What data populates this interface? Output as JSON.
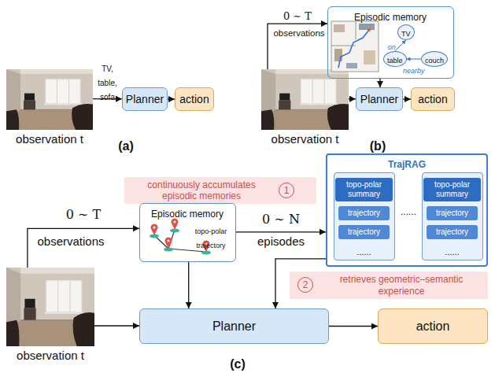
{
  "diagram": {
    "nodes": [
      {
        "text": [
          "observation t"
        ]
      },
      {
        "text": [
          "Planner"
        ]
      },
      {
        "text": [
          "action"
        ]
      },
      {
        "text": [
          "observation t"
        ]
      },
      {
        "text": [
          "Episodic memory"
        ]
      },
      {
        "text": [
          "TV"
        ],
        "in": 4
      },
      {
        "text": [
          "table"
        ],
        "in": 4
      },
      {
        "text": [
          "couch"
        ],
        "in": 4
      },
      {
        "text": [
          "Planner"
        ]
      },
      {
        "text": [
          "action"
        ]
      },
      {
        "text": [
          "continuously accumulates episodic memories",
          "1"
        ]
      },
      {
        "text": [
          "TrajRAG",
          "......"
        ]
      },
      {
        "text": [
          "......"
        ],
        "in": 11
      },
      {
        "text": [
          "topo-polar summary"
        ],
        "in": 12
      },
      {
        "text": [
          "trajectory"
        ],
        "in": 12
      },
      {
        "text": [
          "trajectory"
        ],
        "in": 12
      },
      {
        "text": [
          "......"
        ],
        "in": 11
      },
      {
        "text": [
          "topo-polar summary"
        ],
        "in": 16
      },
      {
        "text": [
          "trajectory"
        ],
        "in": 16
      },
      {
        "text": [
          "trajectory"
        ],
        "in": 16
      },
      {
        "text": [
          "Episodic memory",
          "topo-polar trajectory"
        ]
      },
      {
        "text": [
          "retrieves geometric–semantic experience",
          "2"
        ]
      },
      {
        "text": [
          "observation t"
        ]
      },
      {
        "text": [
          "Planner"
        ]
      },
      {
        "text": [
          "action"
        ]
      }
    ],
    "edges": [
      {
        "from": 0,
        "to": 1,
        "arrow": "to",
        "label": "TV, table, sofa"
      },
      {
        "from": 1,
        "to": 2,
        "arrow": "to"
      },
      {
        "from": 3,
        "to": 4,
        "arrow": "to",
        "label": "0 ∼ T"
      },
      {
        "from": 6,
        "to": 5,
        "arrow": "to",
        "label": "on"
      },
      {
        "from": 7,
        "to": 6,
        "arrow": "to",
        "label": "nearby"
      },
      {
        "from": 3,
        "to": 8,
        "arrow": "to"
      },
      {
        "from": 4,
        "to": 8,
        "arrow": "to"
      },
      {
        "from": 8,
        "to": 9,
        "arrow": "to"
      },
      {
        "from": 22,
        "to": 20,
        "arrow": "to",
        "label": "0 ∼ T"
      },
      {
        "from": 20,
        "to": 11,
        "arrow": "to",
        "label": "0 ∼ N"
      },
      {
        "from": 20,
        "to": 23,
        "arrow": "to"
      },
      {
        "from": 11,
        "to": 23,
        "arrow": "to"
      },
      {
        "from": 22,
        "to": 23,
        "arrow": "to"
      },
      {
        "from": 23,
        "to": 24,
        "arrow": "to"
      }
    ],
    "labels": [
      "observations",
      "observations",
      "episodes",
      "(a)",
      "(b)",
      "(c)"
    ]
  }
}
